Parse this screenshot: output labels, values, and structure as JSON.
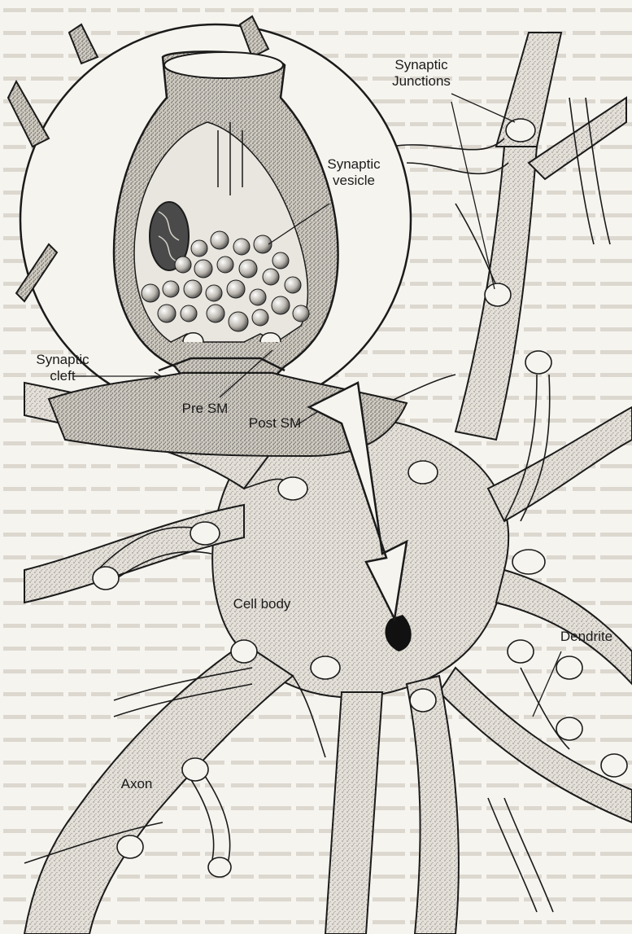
{
  "labels": {
    "synaptic_junctions": "Synaptic\nJunctions",
    "synaptic_vesicle": "Synaptic\nvesicle",
    "synaptic_cleft": "Synaptic\ncleft",
    "pre_sm": "Pre SM",
    "post_sm": "Post SM",
    "cell_body": "Cell body",
    "dendrite": "Dendrite",
    "axon": "Axon"
  },
  "colors": {
    "ink": "#1b1b1b",
    "paper": "#f6f4ef",
    "stipple": "#8c8c8c",
    "background_text": "#c9c6be"
  }
}
